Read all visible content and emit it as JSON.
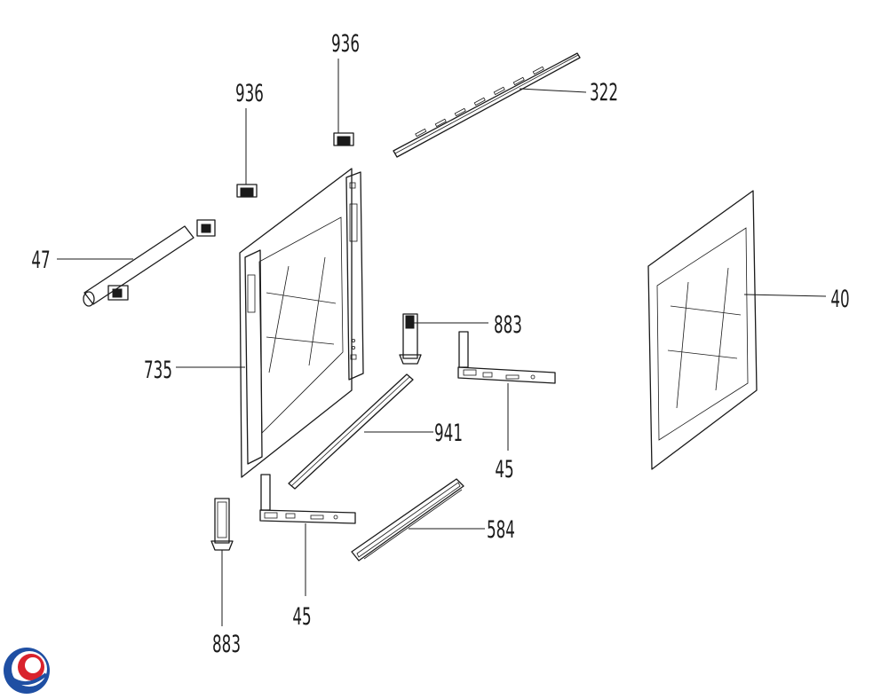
{
  "diagram": {
    "callouts": [
      {
        "id": "936-left",
        "label": "936"
      },
      {
        "id": "936-right",
        "label": "936"
      },
      {
        "id": "322",
        "label": "322"
      },
      {
        "id": "47",
        "label": "47"
      },
      {
        "id": "40",
        "label": "40"
      },
      {
        "id": "883-top",
        "label": "883"
      },
      {
        "id": "735",
        "label": "735"
      },
      {
        "id": "941",
        "label": "941"
      },
      {
        "id": "45-right",
        "label": "45"
      },
      {
        "id": "584",
        "label": "584"
      },
      {
        "id": "45-bottom",
        "label": "45"
      },
      {
        "id": "883-bottom",
        "label": "883"
      }
    ],
    "logo_colors": {
      "primary": "#1f4fa3",
      "secondary": "#d9232d"
    }
  }
}
